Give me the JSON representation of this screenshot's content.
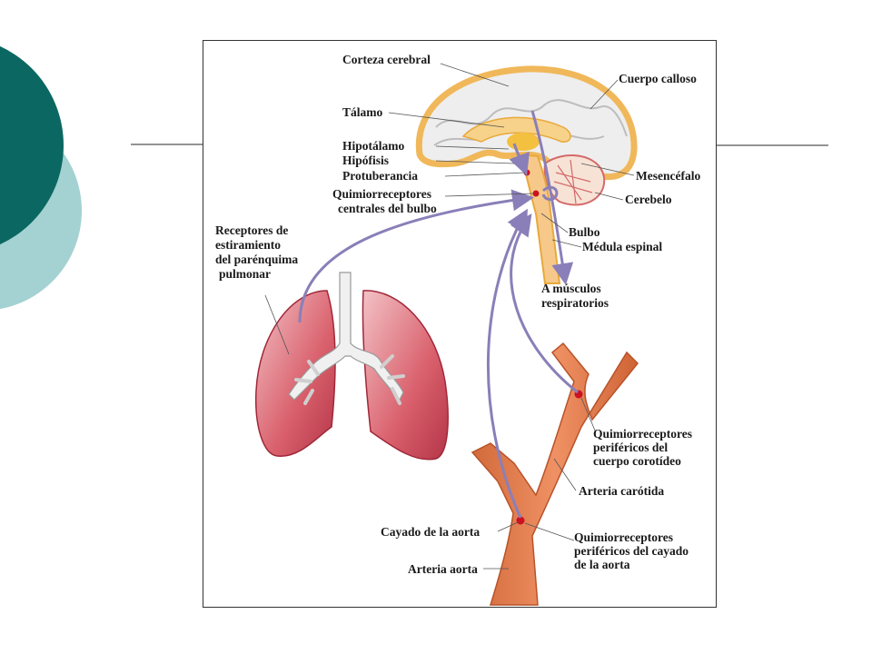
{
  "labels": {
    "corteza": "Corteza cerebral",
    "cuerpo_calloso": "Cuerpo calloso",
    "talamo": "Tálamo",
    "hipotalamo": "Hipotálamo",
    "hipofisis": "Hipófisis",
    "protuberancia": "Protuberancia",
    "mesencefalo": "Mesencéfalo",
    "quimio_central_1": "Quimiorreceptores",
    "quimio_central_2": "centrales del bulbo",
    "cerebelo": "Cerebelo",
    "receptores_1": "Receptores de",
    "receptores_2": "estiramiento",
    "receptores_3": "del parénquima",
    "receptores_4": "pulmonar",
    "bulbo": "Bulbo",
    "medula": "Médula espinal",
    "musculos_1": "A músculos",
    "musculos_2": "respiratorios",
    "quimio_carotida_1": "Quimiorreceptores",
    "quimio_carotida_2": "periféricos del",
    "quimio_carotida_3": "cuerpo corotídeo",
    "arteria_carotida": "Arteria carótida",
    "cayado": "Cayado de la aorta",
    "quimio_aorta_1": "Quimiorreceptores",
    "quimio_aorta_2": "periféricos del cayado",
    "quimio_aorta_3": "de la aorta",
    "arteria_aorta": "Arteria aorta"
  },
  "colors": {
    "teal_dark": "#0b6762",
    "teal_light": "#a4d1d1",
    "arrow": "#8a7fb8",
    "artery": "#e07a4a",
    "lung": "#c9485a",
    "receptor": "#cc1122"
  }
}
